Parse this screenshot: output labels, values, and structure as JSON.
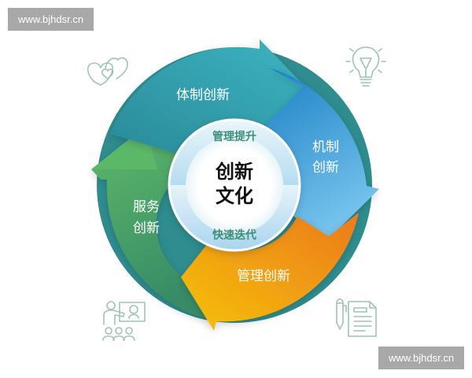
{
  "watermarks": {
    "top": "www.bjhdsr.cn",
    "bottom": "www.bjhdsr.cn"
  },
  "diagram": {
    "center": {
      "line1": "创新",
      "line2": "文化"
    },
    "inner_ring": {
      "top": "管理提升",
      "bottom": "快速迭代"
    },
    "segments": [
      {
        "name": "体制创新",
        "lines": [
          "体制创新"
        ],
        "color_start": "#2a8f9a",
        "color_end": "#3bb0c0",
        "position": "top"
      },
      {
        "name": "机制创新",
        "lines": [
          "机制",
          "创新"
        ],
        "color_start": "#1f86c9",
        "color_end": "#6cbde9",
        "position": "right"
      },
      {
        "name": "管理创新",
        "lines": [
          "管理创新"
        ],
        "color_start": "#f5c10a",
        "color_end": "#ec7d1d",
        "position": "bottom"
      },
      {
        "name": "服务创新",
        "lines": [
          "服务",
          "创新"
        ],
        "color_start": "#5cb869",
        "color_end": "#3a9068",
        "position": "left"
      }
    ],
    "corner_icons": [
      {
        "name": "hearts-icon",
        "position": "top-left"
      },
      {
        "name": "lightbulb-icon",
        "position": "top-right"
      },
      {
        "name": "presentation-icon",
        "position": "bottom-left"
      },
      {
        "name": "document-pen-icon",
        "position": "bottom-right"
      }
    ],
    "icon_color": "#9cc4b8"
  }
}
